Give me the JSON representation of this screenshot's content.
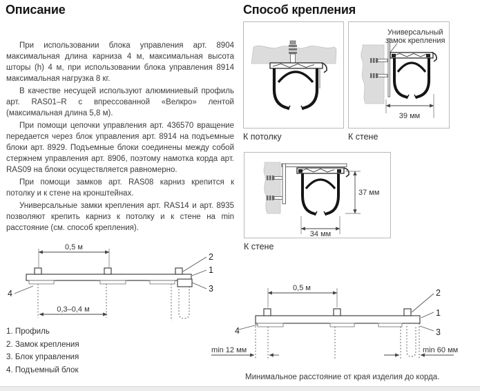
{
  "left": {
    "heading": "Описание",
    "paragraphs": [
      "При использовании блока управления арт. 8904 максимальная длина карниза 4 м, максимальная высота шторы (h) 4 м, при использовании блока управления 8914 максимальная нагрузка 8 кг.",
      "В качестве несущей используют алюминиевый профиль арт. RAS01–R с впрессованной «Велкро» лентой (максимальная длина 5,8 м).",
      "При помощи цепочки управления арт. 436570 вращение передается через блок управления арт. 8914 на подъемные блоки арт. 8929. Подъемные блоки соединены между собой стержнем управления арт. 8906, поэтому намотка корда арт. RAS09 на блоки осуществляется равномерно.",
      "При помощи замков арт. RAS08 карниз крепится к потолку и к стене на кронштейнах.",
      "Универсальные замки крепления арт. RAS14 и арт. 8935 позволяют крепить карниз к потолку и к стене на min расстояние (см. способ крепления)."
    ],
    "diagram": {
      "dim_span": "0,5 м",
      "dim_cord": "0,3–0,4 м",
      "label_1": "1",
      "label_2": "2",
      "label_3": "3",
      "label_4": "4"
    },
    "legend": [
      "1. Профиль",
      "2. Замок крепления",
      "3. Блок управления",
      "4. Подъемный блок"
    ]
  },
  "right": {
    "heading": "Способ крепления",
    "ceiling_caption": "К потолку",
    "wall_caption": "К стене",
    "bracket_caption": "К стене",
    "callout_line1": "Универсальный",
    "callout_line2": "замок крепления",
    "dim_39": "39 мм",
    "dim_37": "37 мм",
    "dim_34": "34 мм",
    "bottom_diagram": {
      "dim_span": "0,5 м",
      "min_left": "min 12 мм",
      "min_right": "min 60 мм",
      "label_1": "1",
      "label_2": "2",
      "label_3": "3",
      "label_4": "4",
      "caption": "Минимальное расстояние от края изделия до корда."
    }
  }
}
